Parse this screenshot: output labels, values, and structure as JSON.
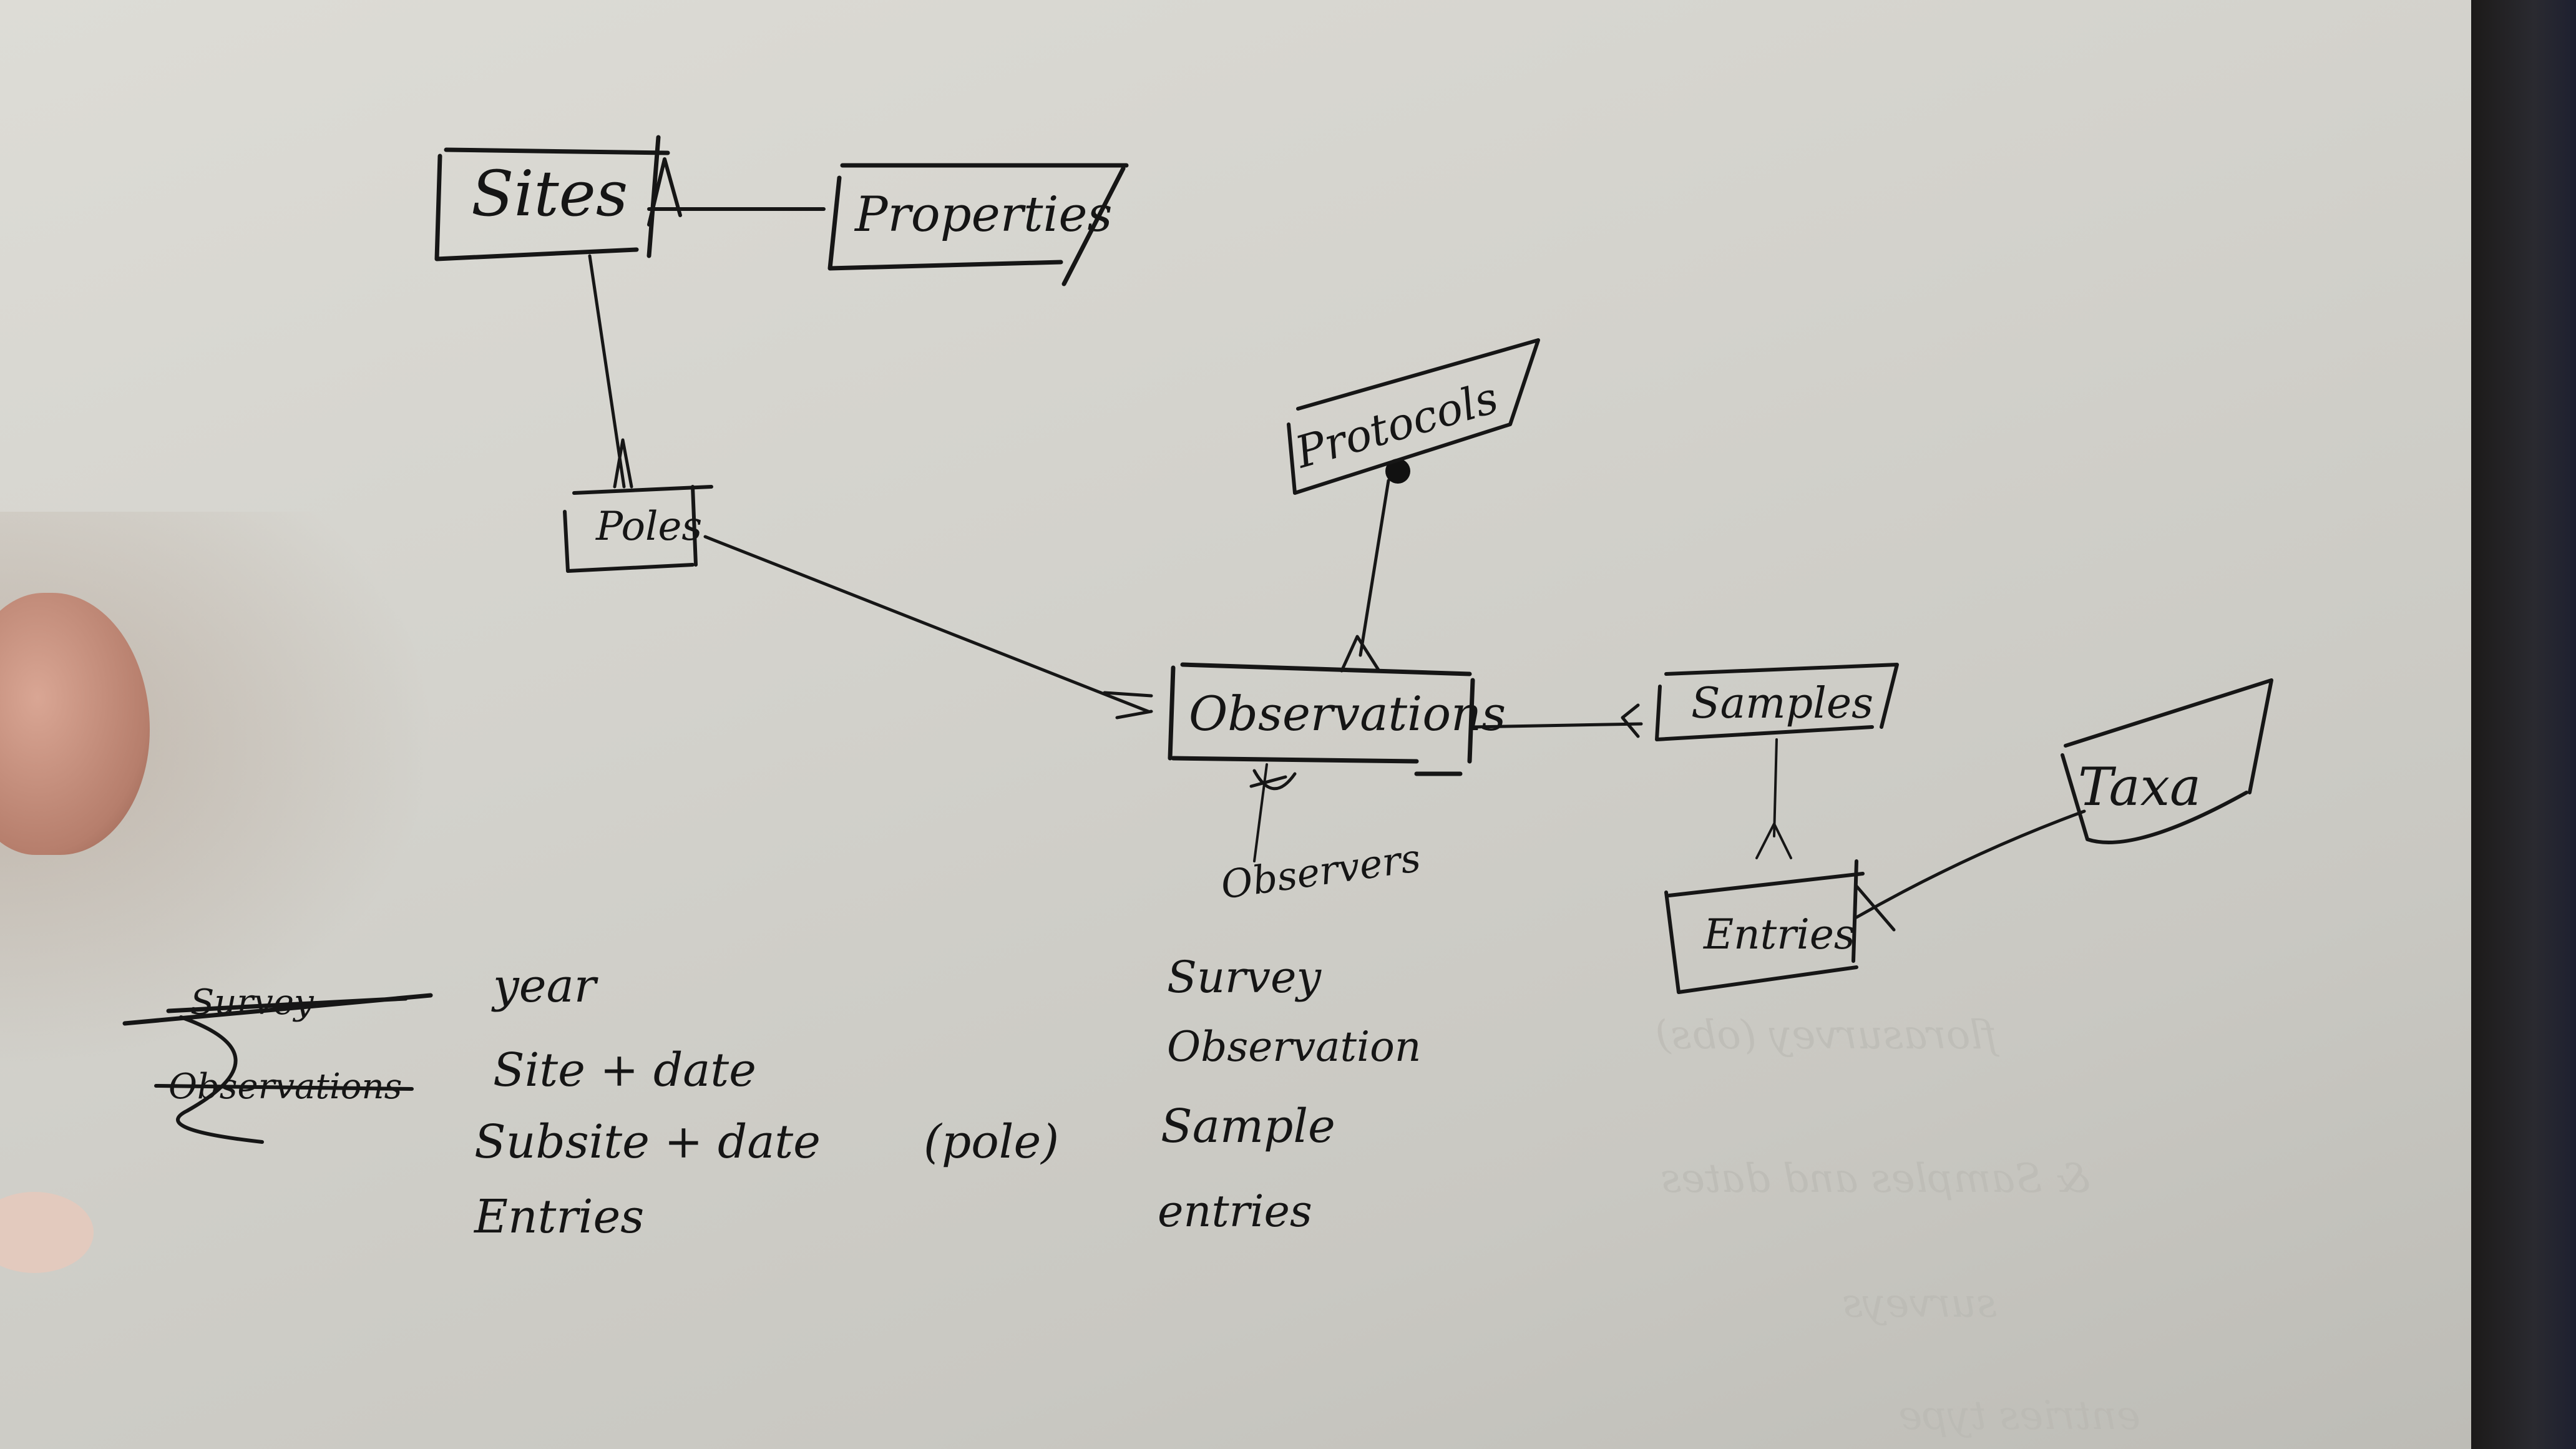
{
  "diagram": {
    "type": "entity-relationship sketch (hand-drawn)",
    "entities": [
      {
        "id": "sites",
        "label": "Sites"
      },
      {
        "id": "properties",
        "label": "Properties"
      },
      {
        "id": "poles",
        "label": "Poles"
      },
      {
        "id": "protocols",
        "label": "Protocols"
      },
      {
        "id": "observations",
        "label": "Observations"
      },
      {
        "id": "samples",
        "label": "Samples"
      },
      {
        "id": "entries",
        "label": "Entries"
      },
      {
        "id": "taxa",
        "label": "Taxa"
      }
    ],
    "observers_label": "Observers",
    "relationships": [
      {
        "from": "Sites",
        "to": "Properties"
      },
      {
        "from": "Sites",
        "to": "Poles"
      },
      {
        "from": "Poles",
        "to": "Observations"
      },
      {
        "from": "Protocols",
        "to": "Observations"
      },
      {
        "from": "Observations",
        "to": "Samples"
      },
      {
        "from": "Observations",
        "to": "Observers"
      },
      {
        "from": "Samples",
        "to": "Entries"
      },
      {
        "from": "Entries",
        "to": "Taxa"
      }
    ]
  },
  "notes": {
    "crossed_out": [
      "Survey",
      "Observations"
    ],
    "left_column": [
      "year",
      "Site + date",
      "Subsite + date",
      "Entries"
    ],
    "pole_note": "(pole)",
    "right_column": [
      "Survey",
      "Observation",
      "Sample",
      "entries"
    ]
  },
  "bleed_through": [
    "florasurvey (obs)",
    "& Samples and dates",
    "surveys",
    "entries type"
  ]
}
